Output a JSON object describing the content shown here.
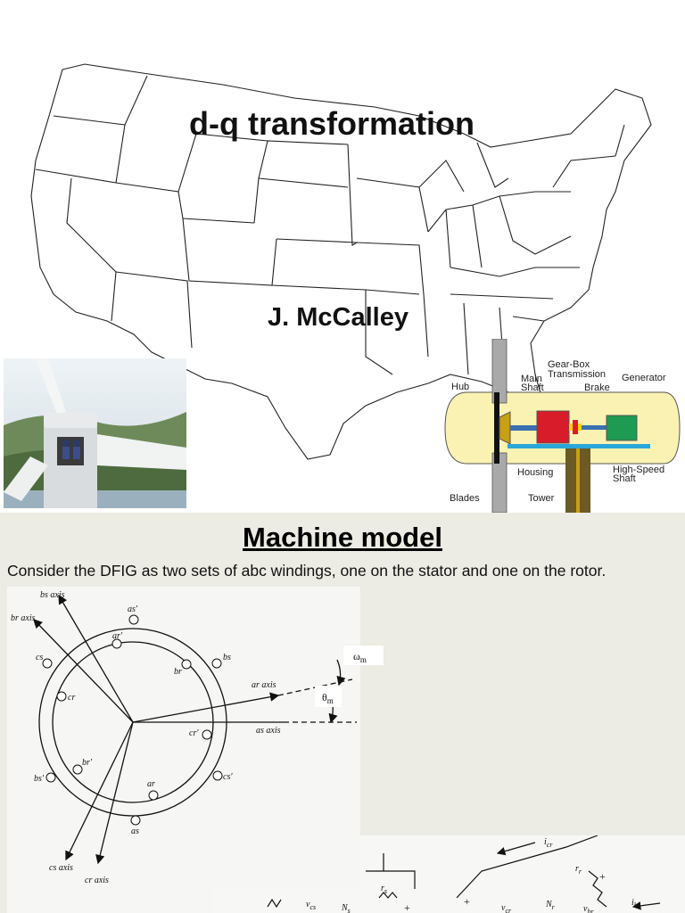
{
  "slide1": {
    "title": "d-q transformation",
    "author": "J. McCalley",
    "turbine_labels": {
      "hub": "Hub",
      "main_shaft_1": "Main",
      "main_shaft_2": "Shaft",
      "gearbox_1": "Gear-Box",
      "gearbox_2": "Transmission",
      "brake": "Brake",
      "generator": "Generator",
      "housing": "Housing",
      "high_speed_1": "High-Speed",
      "high_speed_2": "Shaft",
      "blades": "Blades",
      "tower": "Tower"
    }
  },
  "slide2": {
    "title": "Machine model",
    "subtitle": "Consider the DFIG as two sets of abc windings, one on the stator and one on the rotor.",
    "axes": {
      "bs": "bs axis",
      "br": "br axis",
      "ar": "ar axis",
      "as": "as axis",
      "cs": "cs axis",
      "cr": "cr axis"
    },
    "windings": {
      "as_p": "as′",
      "ar_p": "ar′",
      "br": "br",
      "bs": "bs",
      "cs": "cs",
      "cr": "cr",
      "cr_p": "cr′",
      "br_p": "br′",
      "bs_p": "bs′",
      "cs_p": "cs′",
      "ar": "ar",
      "as": "as"
    },
    "omega": "ω",
    "omega_sub": "m",
    "theta": "θ",
    "theta_sub": "m",
    "circuit": {
      "i_cr": "i",
      "i_cr_sub": "cr",
      "v_cs": "v",
      "v_cs_sub": "cs",
      "n_s": "N",
      "n_s_sub": "s",
      "r_s": "r",
      "r_s_sub": "s",
      "v_cr": "v",
      "v_cr_sub": "cr",
      "n_r": "N",
      "n_r_sub": "r",
      "r_r": "r",
      "r_r_sub": "r",
      "v_br": "v",
      "v_br_sub": "br",
      "i_br": "i",
      "i_br_sub": "br",
      "plus": "+"
    }
  }
}
